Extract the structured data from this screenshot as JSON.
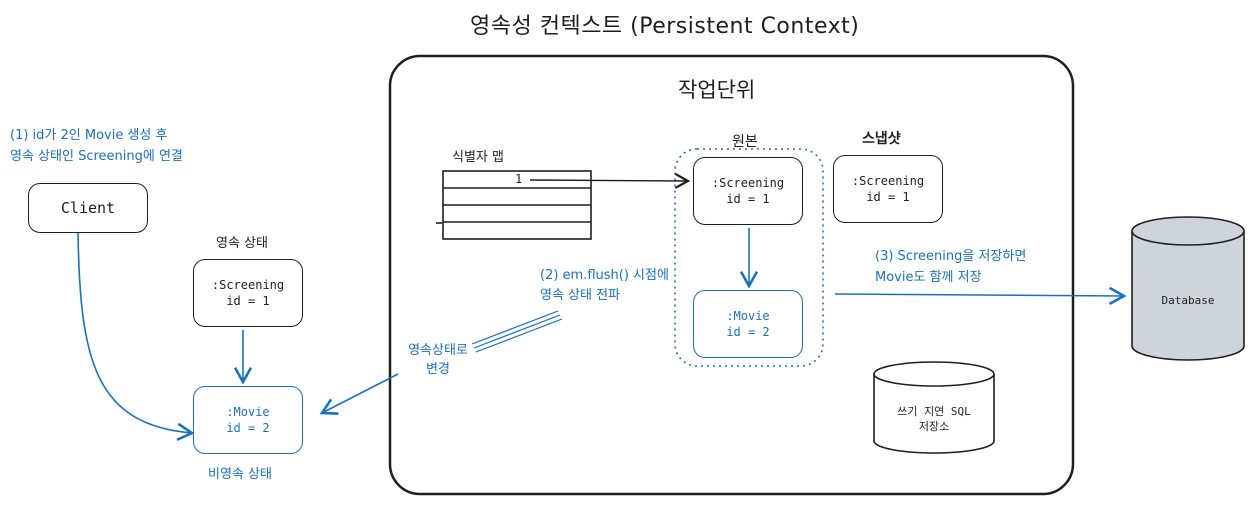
{
  "title": "영속성 컨텍스트 (Persistent Context)",
  "unit_of_work": {
    "label": "작업단위"
  },
  "identity_map": {
    "label": "식별자 맵",
    "row1_key": "1"
  },
  "original": {
    "label": "원본",
    "screening": ":Screening\nid = 1",
    "movie": ":Movie\nid = 2"
  },
  "snapshot": {
    "label": "스냅샷",
    "screening": ":Screening\nid = 1"
  },
  "write_behind": {
    "label": "쓰기 지연 SQL\n저장소"
  },
  "database": {
    "label": "Database"
  },
  "client": {
    "label": "Client"
  },
  "persistent_state": {
    "label": "영속 상태",
    "screening": ":Screening\nid = 1"
  },
  "non_persistent_state": {
    "label": "비영속 상태",
    "movie": ":Movie\nid = 2"
  },
  "annotations": {
    "step1": "(1) id가 2인 Movie 생성 후\n영속 상태인 Screening에 연결",
    "step2": "(2) em.flush() 시점에\n영속 상태 전파",
    "step3": "(3) Screening을 저장하면\nMovie도 함께 저장",
    "change_to_persistent": "영속상태로\n변경"
  },
  "colors": {
    "accent": "#1971c2",
    "stroke": "#1e1e1e",
    "database_fill": "#ced4da"
  }
}
